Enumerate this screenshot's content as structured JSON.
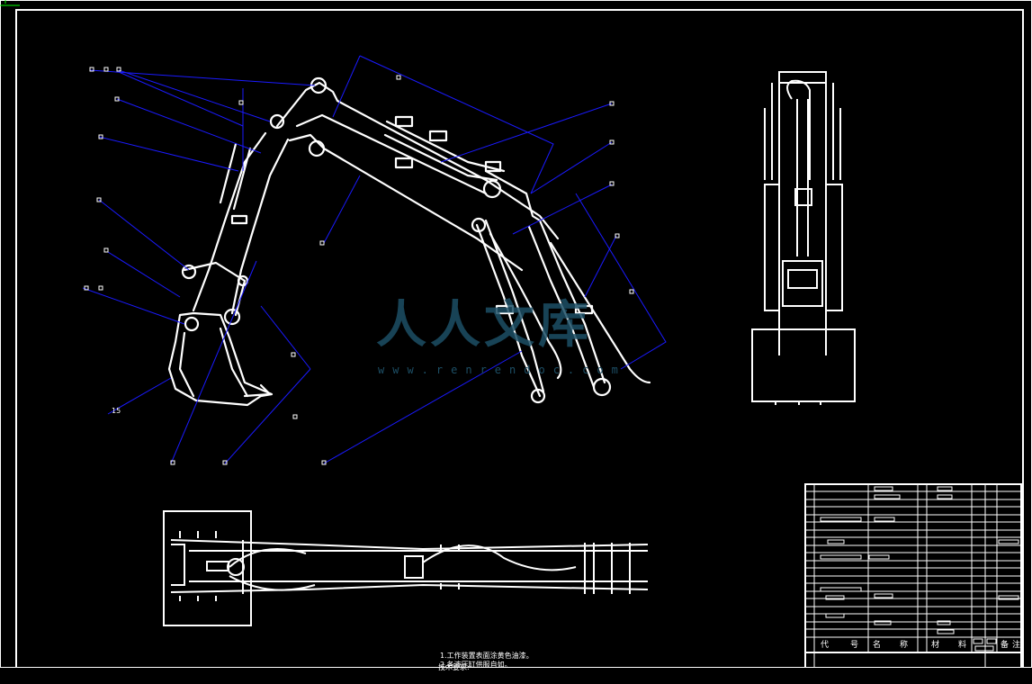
{
  "drawing": {
    "balloon_number": "15",
    "watermark": {
      "brand": "人人文库",
      "url": "www.renrendoc.com"
    },
    "technical_requirements": {
      "title": "技术要求:",
      "lines": [
        "1.工作装置表面涂黄色油漆。",
        "2.各液压缸供服自如。"
      ]
    },
    "title_block_header": [
      "代",
      "号",
      "名",
      "称",
      "材",
      "料",
      "备",
      "注"
    ],
    "colors": {
      "background": "#000000",
      "outline": "#ffffff",
      "leader": "#0000ff",
      "watermark": "#1d4f66"
    }
  }
}
